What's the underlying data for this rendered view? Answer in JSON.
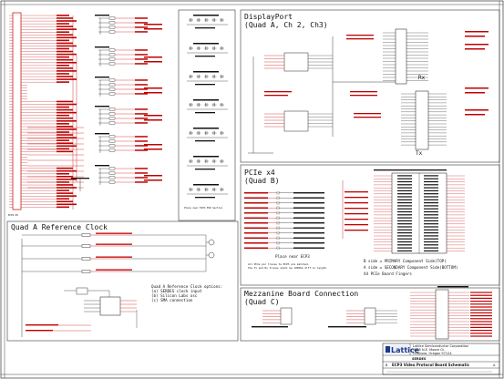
{
  "sections": {
    "quad_a_ref_clock": "Quad A Reference Clock",
    "displayport_l1": "DisplayPort",
    "displayport_l2": "(Quad A, Ch 2, Ch3)",
    "pcie_l1": "PCIe x4",
    "pcie_l2": "(Quad B)",
    "mezz_l1": "Mezzanine Board Connection",
    "mezz_l2": "(Quad C)"
  },
  "connector_labels": {
    "rx": "Rx",
    "tx": "Tx"
  },
  "notes": {
    "pcie_note1": "Place near ECP3",
    "pcie_note2": "All PCIe pin traces to ECP3 are matched.",
    "pcie_note3": "The Tx and Rx traces shall be 100Ohm diff in length.",
    "pcie_side_b": "B side = PRIMARY Component Side(TOP)",
    "pcie_side_a": "A side = SECONDARY Component Side(BOTTOM)",
    "pcie_fingers": "X4 PCIe Board Fingers",
    "refclk_note1": "Quad A Reference Clock options:",
    "refclk_note2": "(a) SERDES clock input",
    "refclk_note3": "(b) Silicon Labs osc",
    "refclk_note4": "(c) SMA connection",
    "dp_note": "Place near ECP3 ESD Section"
  },
  "title_block": {
    "company": "Lattice",
    "company_line1": "Lattice Semiconductor Corporation",
    "company_line2": "5555 N.E. Moore Ct.",
    "company_line3": "Hillsboro, Oregon 97124",
    "board": "SERDES",
    "sheet_title": "ECP3 Video Protocol Board Schematic",
    "size": "B",
    "rev": "A"
  },
  "fpga_part": "ECP3-95"
}
